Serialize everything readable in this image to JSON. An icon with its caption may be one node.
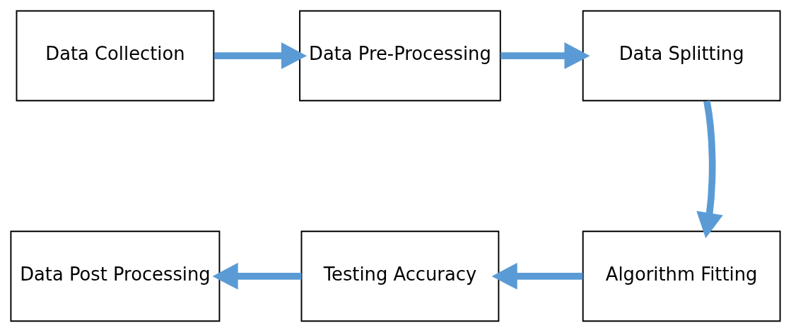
{
  "diagram": {
    "nodes": [
      {
        "text": [
          "Data Collection"
        ]
      },
      {
        "text": [
          "Data Pre-Processing"
        ]
      },
      {
        "text": [
          "Data Splitting"
        ]
      },
      {
        "text": [
          "Algorithm Fitting"
        ]
      },
      {
        "text": [
          "Testing Accuracy"
        ]
      },
      {
        "text": [
          "Data Post Processing"
        ]
      }
    ],
    "edges": [
      {
        "from": 0,
        "to": 1,
        "arrow": "to"
      },
      {
        "from": 1,
        "to": 2,
        "arrow": "to"
      },
      {
        "from": 2,
        "to": 3,
        "arrow": "to"
      },
      {
        "from": 3,
        "to": 4,
        "arrow": "to"
      },
      {
        "from": 4,
        "to": 5,
        "arrow": "to"
      }
    ]
  }
}
